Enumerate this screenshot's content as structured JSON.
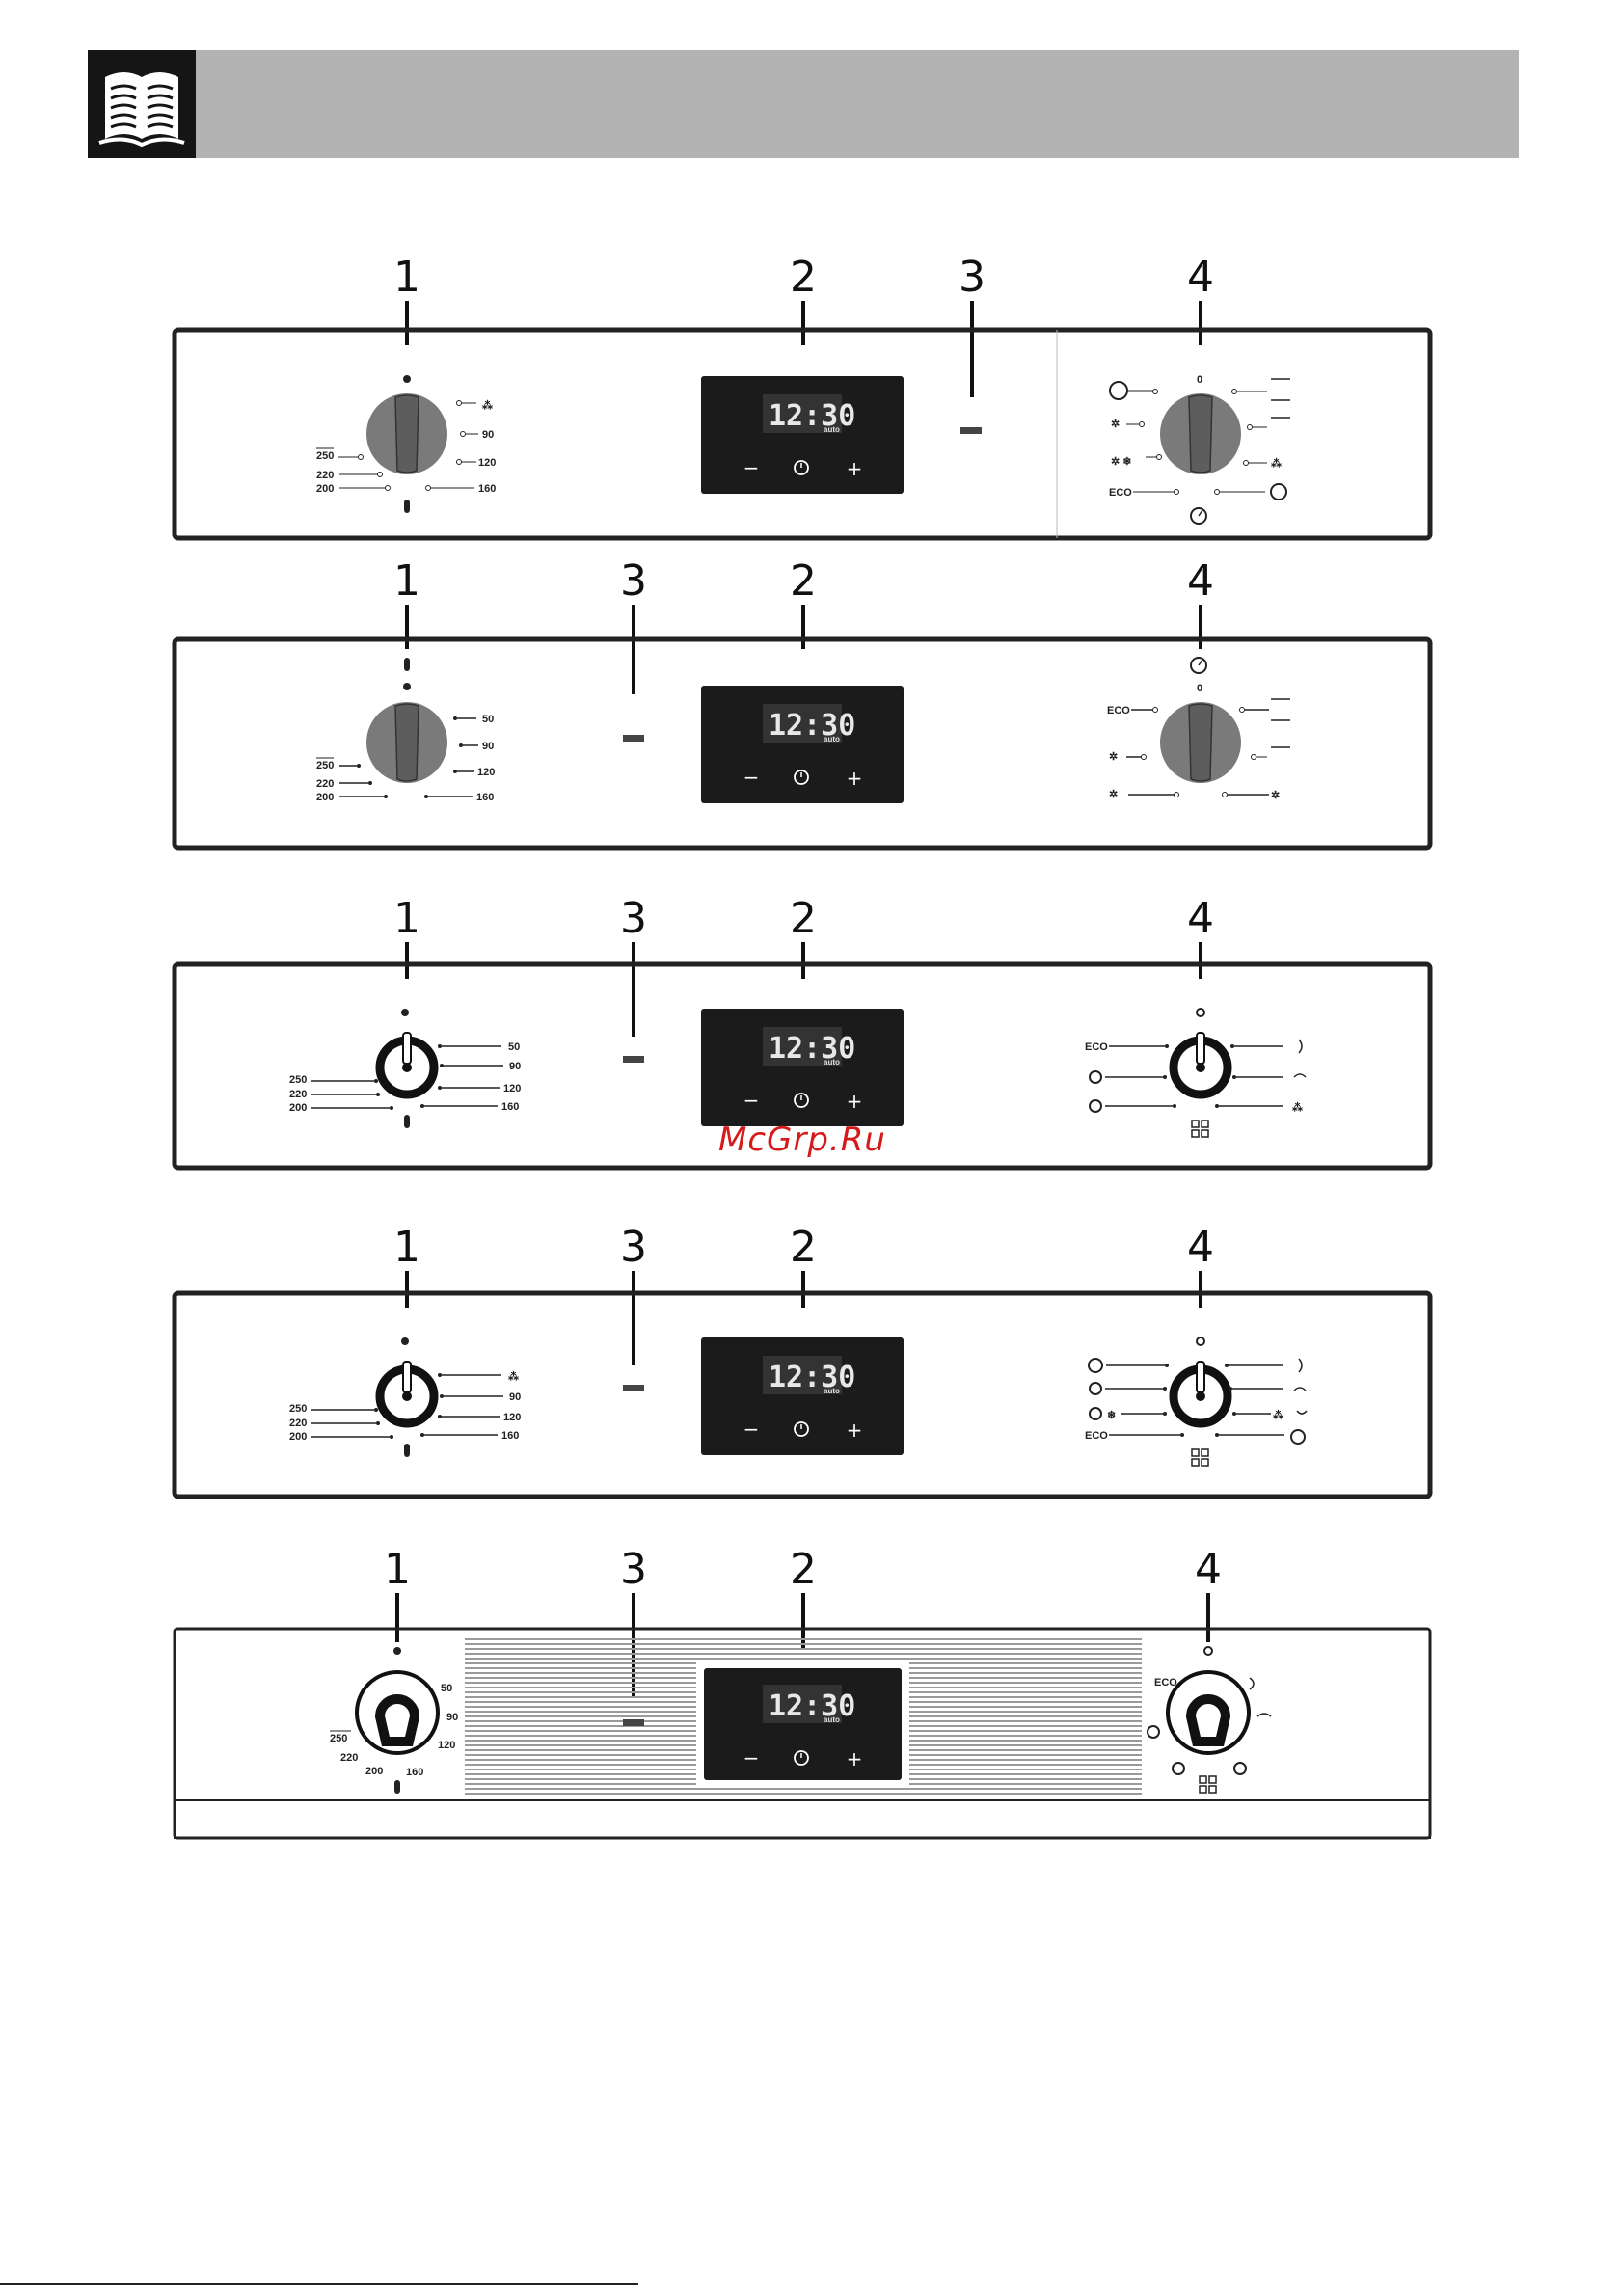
{
  "header": {
    "icon": "book-icon"
  },
  "callouts": {
    "n1": "1",
    "n2": "2",
    "n3": "3",
    "n4": "4"
  },
  "display": {
    "time": "12:30",
    "auto": "auto",
    "minus": "−",
    "clock": "clock-icon",
    "plus": "+"
  },
  "panels": [
    {
      "id": "panel-1",
      "thermo": {
        "t250": "250",
        "t220": "220",
        "t200": "200",
        "t90": "90",
        "t120": "120",
        "t160": "160"
      },
      "func": {
        "eco": "ECO",
        "zero": "0"
      }
    },
    {
      "id": "panel-2",
      "thermo": {
        "t250": "250",
        "t220": "220",
        "t200": "200",
        "t50": "50",
        "t90": "90",
        "t120": "120",
        "t160": "160"
      },
      "func": {
        "eco": "ECO",
        "zero": "0"
      }
    },
    {
      "id": "panel-3",
      "thermo": {
        "t250": "250",
        "t220": "220",
        "t200": "200",
        "t50": "50",
        "t90": "90",
        "t120": "120",
        "t160": "160"
      },
      "func": {
        "eco": "ECO"
      }
    },
    {
      "id": "panel-4",
      "thermo": {
        "t250": "250",
        "t220": "220",
        "t200": "200",
        "t90": "90",
        "t120": "120",
        "t160": "160"
      },
      "func": {
        "eco": "ECO"
      }
    },
    {
      "id": "panel-5",
      "thermo": {
        "t250": "250",
        "t220": "220",
        "t200": "200",
        "t50": "50",
        "t90": "90",
        "t120": "120",
        "t160": "160"
      },
      "func": {
        "eco": "ECO"
      }
    }
  ],
  "watermark": "McGrp.Ru"
}
